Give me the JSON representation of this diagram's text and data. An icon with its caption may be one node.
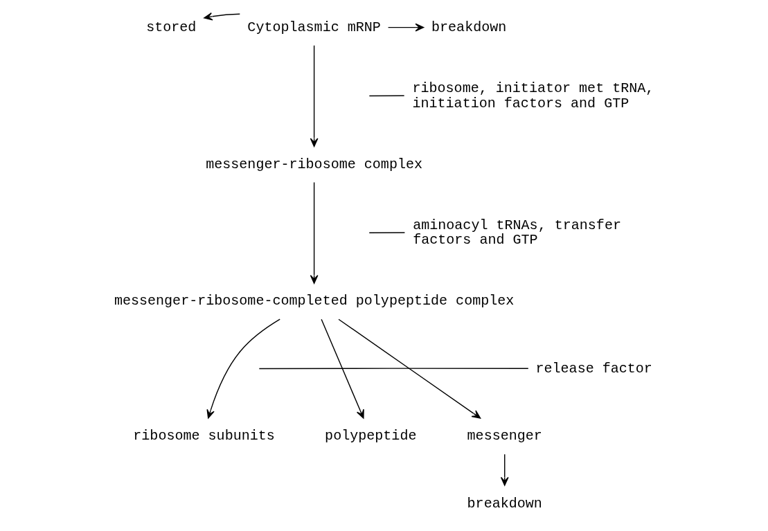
{
  "diagram": {
    "nodes": [
      {
        "text": [
          "stored"
        ]
      },
      {
        "text": [
          "Cytoplasmic mRNP"
        ]
      },
      {
        "text": [
          "breakdown"
        ]
      },
      {
        "text": [
          "ribosome, initiator met tRNA, initiation factors and GTP"
        ]
      },
      {
        "text": [
          "messenger-ribosome complex"
        ]
      },
      {
        "text": [
          "aminoacyl tRNAs, transfer factors and GTP"
        ]
      },
      {
        "text": [
          "messenger-ribosome-completed polypeptide complex"
        ]
      },
      {
        "text": [
          "release factor"
        ]
      },
      {
        "text": [
          "ribosome subunits"
        ]
      },
      {
        "text": [
          "polypeptide"
        ]
      },
      {
        "text": [
          "messenger"
        ]
      },
      {
        "text": [
          "breakdown"
        ]
      }
    ],
    "edges": [
      {
        "from": 1,
        "to": 0,
        "arrow": "to"
      },
      {
        "from": 1,
        "to": 2,
        "arrow": "to"
      },
      {
        "from": 1,
        "to": 4,
        "arrow": "to"
      },
      {
        "from": 3,
        "to": null,
        "arrow": "none"
      },
      {
        "from": 4,
        "to": 6,
        "arrow": "to"
      },
      {
        "from": 5,
        "to": null,
        "arrow": "none"
      },
      {
        "from": 6,
        "to": 8,
        "arrow": "to"
      },
      {
        "from": 6,
        "to": 9,
        "arrow": "to"
      },
      {
        "from": 6,
        "to": 10,
        "arrow": "to"
      },
      {
        "from": 7,
        "to": null,
        "arrow": "none"
      },
      {
        "from": 10,
        "to": 11,
        "arrow": "to"
      }
    ]
  }
}
